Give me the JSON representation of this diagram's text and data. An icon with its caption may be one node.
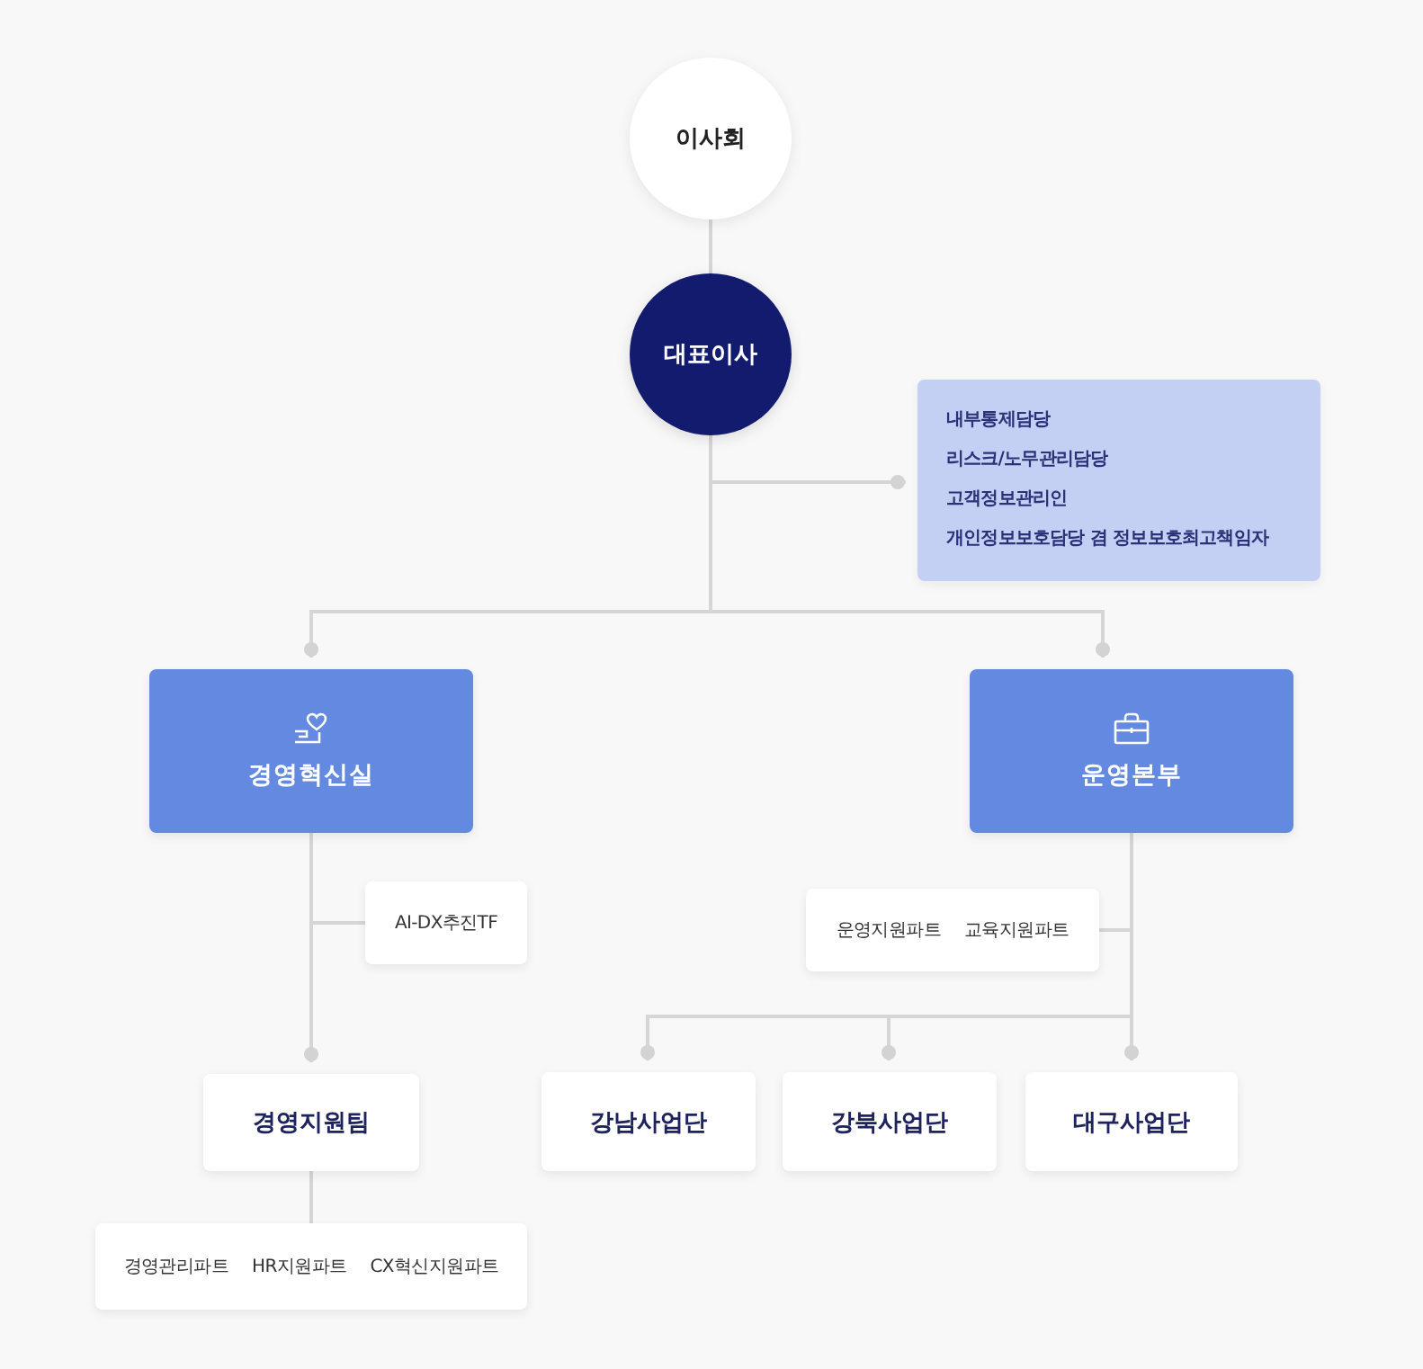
{
  "diagram": {
    "nodes": [
      {
        "text": [
          "이사회"
        ]
      },
      {
        "text": [
          "대표이사"
        ]
      },
      {
        "text": [
          "내부통제담당",
          "리스크/노무관리담당",
          "고객정보관리인",
          "개인정보보호담당 겸 정보보호최고책임자"
        ]
      },
      {
        "text": [
          "경영혁신실"
        ]
      },
      {
        "text": [
          "운영본부"
        ]
      },
      {
        "text": [
          "AI-DX추진TF"
        ]
      },
      {
        "text": [
          "경영지원팀"
        ]
      },
      {
        "text": [
          "경영관리파트",
          "HR지원파트",
          "CX혁신지원파트"
        ]
      },
      {
        "text": [
          "운영지원파트",
          "교육지원파트"
        ]
      },
      {
        "text": [
          "강남사업단"
        ]
      },
      {
        "text": [
          "강북사업단"
        ]
      },
      {
        "text": [
          "대구사업단"
        ]
      }
    ],
    "edges": [
      {
        "from": 0,
        "to": 1,
        "arrow": "none"
      },
      {
        "from": 1,
        "to": 2,
        "arrow": "other"
      },
      {
        "from": 1,
        "to": 3,
        "arrow": "other"
      },
      {
        "from": 1,
        "to": 4,
        "arrow": "other"
      },
      {
        "from": 3,
        "to": 5,
        "arrow": "none"
      },
      {
        "from": 3,
        "to": 6,
        "arrow": "other"
      },
      {
        "from": 6,
        "to": 7,
        "arrow": "none"
      },
      {
        "from": 4,
        "to": 8,
        "arrow": "none"
      },
      {
        "from": 4,
        "to": 9,
        "arrow": "other"
      },
      {
        "from": 4,
        "to": 10,
        "arrow": "other"
      },
      {
        "from": 4,
        "to": 11,
        "arrow": "other"
      }
    ]
  }
}
